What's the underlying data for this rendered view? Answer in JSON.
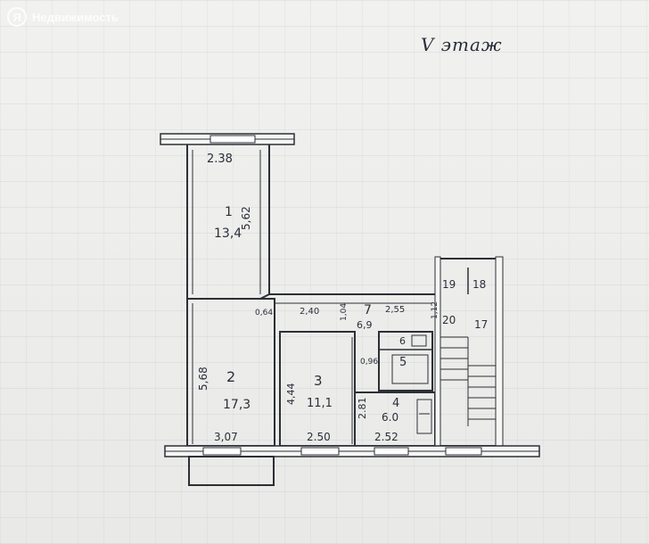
{
  "watermark": {
    "logo_letter": "Я",
    "text": "Недвижимость"
  },
  "floor_label": "V этаж",
  "rooms": [
    {
      "number": "1",
      "area": "13,4",
      "width": "2.38",
      "length": "5,62"
    },
    {
      "number": "2",
      "area": "17,3",
      "width": "3,07",
      "length": "5,68"
    },
    {
      "number": "3",
      "area": "11,1",
      "width": "2.50",
      "length": "4,44"
    },
    {
      "number": "4",
      "area": "6.0",
      "width": "2.52",
      "length": "2.81"
    },
    {
      "number": "5"
    },
    {
      "number": "6"
    },
    {
      "number": "7",
      "area": "6,9",
      "width_left": "2,40",
      "width_right": "2,55",
      "depth": "1,04"
    }
  ],
  "stair_labels": [
    "19",
    "18",
    "20",
    "17"
  ],
  "misc_dims": {
    "door_gap": "0,64",
    "wc_width": "0,96",
    "corridor_right": "1,12"
  }
}
